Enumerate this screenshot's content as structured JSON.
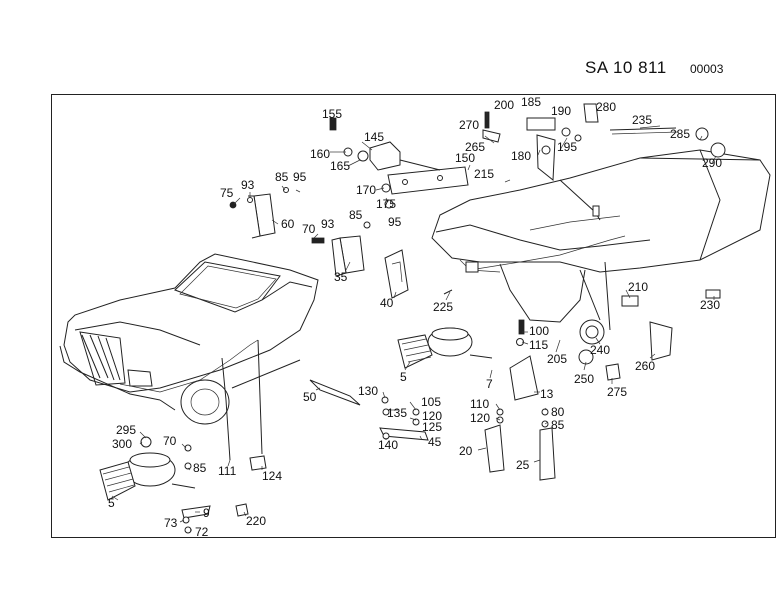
{
  "header": {
    "code": "SA 10 811",
    "sheet": "00003"
  },
  "callouts": {
    "c155": "155",
    "c145": "145",
    "c160": "160",
    "c165": "165",
    "c150": "150",
    "c170": "170",
    "c175": "175",
    "c200": "200",
    "c185": "185",
    "c190": "190",
    "c280": "280",
    "c270": "270",
    "c265": "265",
    "c180": "180",
    "c195": "195",
    "c215": "215",
    "c235": "235",
    "c285": "285",
    "c290": "290",
    "c75": "75",
    "c93a": "93",
    "c85a": "85",
    "c95a": "95",
    "c60": "60",
    "c70a": "70",
    "c93b": "93",
    "c85b": "85",
    "c95b": "95",
    "c35": "35",
    "c40": "40",
    "c225": "225",
    "c210": "210",
    "c230": "230",
    "c100": "100",
    "c115": "115",
    "c205": "205",
    "c240": "240",
    "c250": "250",
    "c275": "275",
    "c260": "260",
    "c5a": "5",
    "c7": "7",
    "c13": "13",
    "c50": "50",
    "c130": "130",
    "c105": "105",
    "c135": "135",
    "c120a": "120",
    "c125": "125",
    "c140": "140",
    "c45": "45",
    "c110": "110",
    "c120b": "120",
    "c80": "80",
    "c85c": "85",
    "c20": "20",
    "c25": "25",
    "c295": "295",
    "c300": "300",
    "c70b": "70",
    "c85d": "85",
    "c111": "111",
    "c124": "124",
    "c5b": "5",
    "c9": "9",
    "c73": "73",
    "c72": "72",
    "c220": "220"
  }
}
